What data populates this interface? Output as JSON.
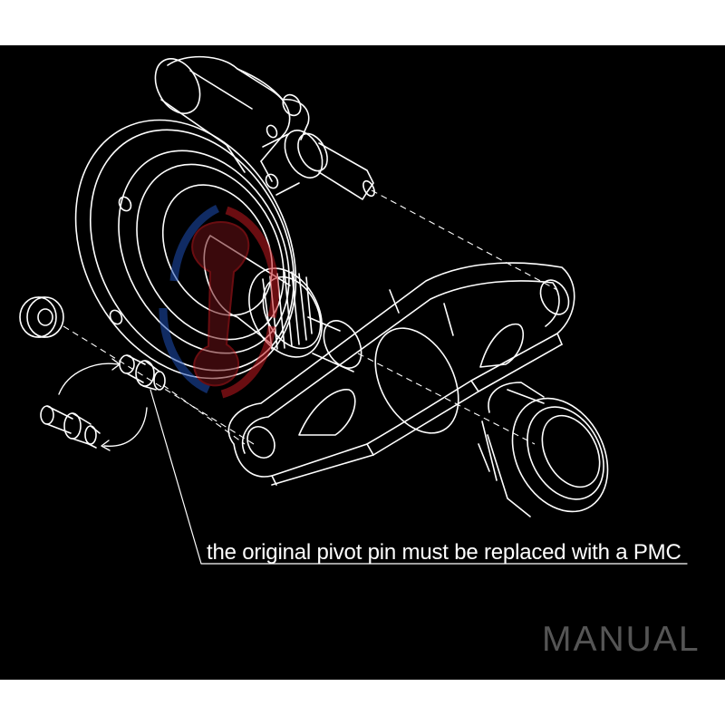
{
  "caption": {
    "text": "the original pivot pin must be replaced with a PMC"
  },
  "watermark": {
    "text": "MANUAL"
  },
  "colors": {
    "background": "#000000",
    "page": "#ffffff",
    "line": "#ffffff",
    "watermark": "#555555",
    "logo_red": "#c2191f",
    "logo_blue": "#1e4fb4"
  },
  "logo": {
    "icon": "connecting-rod-logo"
  }
}
